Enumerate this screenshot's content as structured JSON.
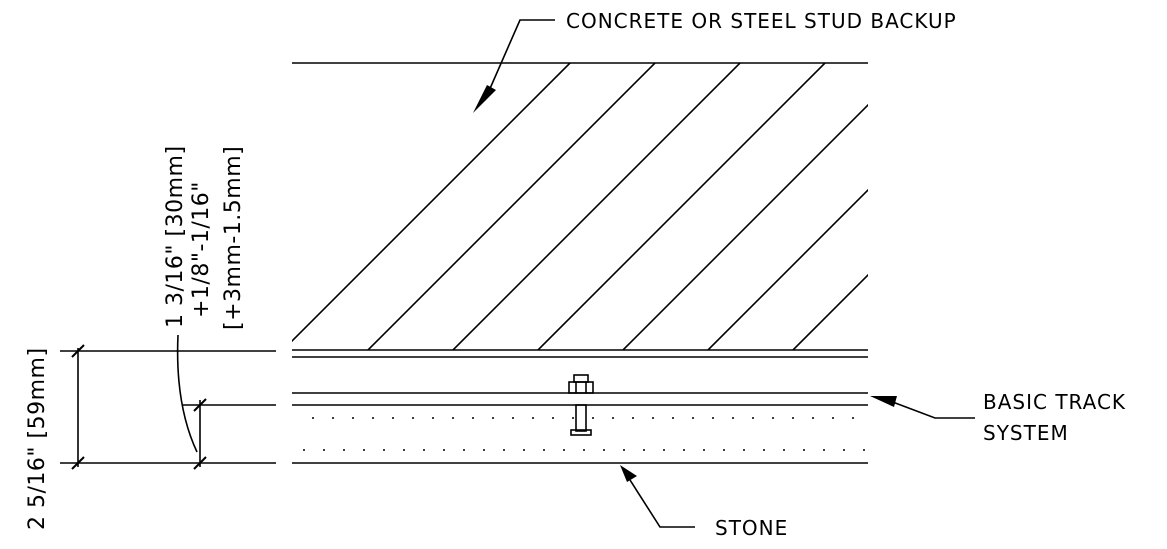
{
  "callouts": {
    "backup": "CONCRETE OR STEEL STUD BACKUP",
    "track_line1": "BASIC TRACK",
    "track_line2": "SYSTEM",
    "stone": "STONE"
  },
  "dimensions": {
    "overall": "2  5/16\"  [59mm]",
    "gap_line1": "1  3/16\"  [30mm]",
    "gap_line2": "+1/8\"-1/16\"",
    "gap_line3": "[+3mm-1.5mm]"
  },
  "colors": {
    "line": "#000000",
    "background": "#ffffff"
  }
}
